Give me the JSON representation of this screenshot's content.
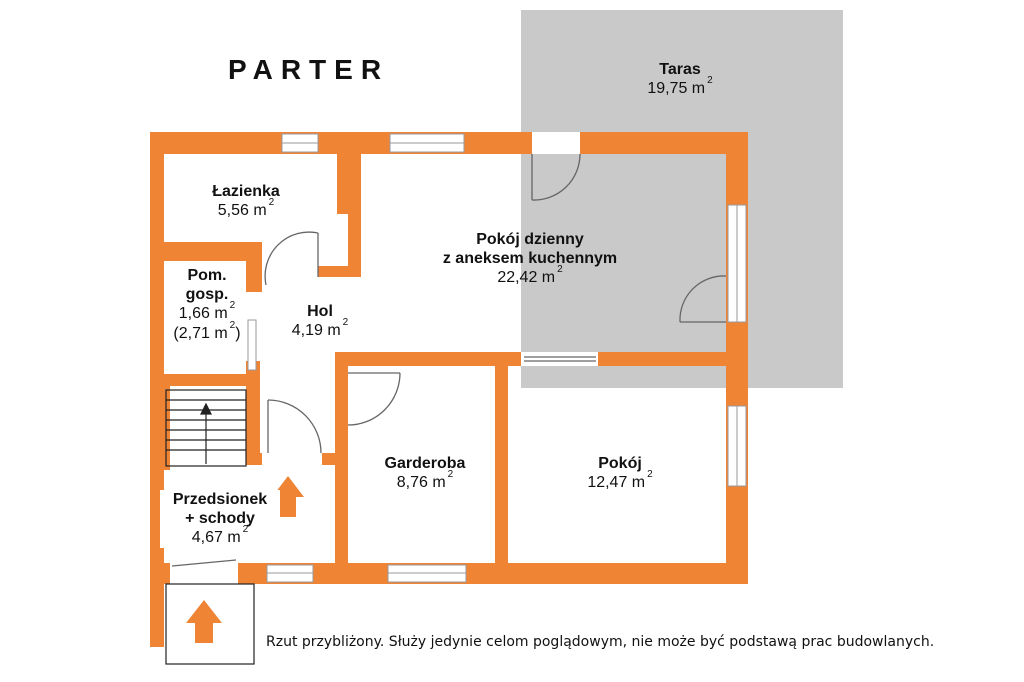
{
  "title": "PARTER",
  "disclaimer": "Rzut przybliżony. Służy jedynie celom poglądowym, nie może być podstawą prac budowlanych.",
  "colors": {
    "wall": "#EF8435",
    "terrace": "#C9C9C9",
    "window": "#FFFFFF",
    "door_line": "#555555"
  },
  "rooms": {
    "taras": {
      "name": "Taras",
      "area": "19,75 m",
      "unit_exp": "2"
    },
    "lazienka": {
      "name": "Łazienka",
      "area": "5,56 m",
      "unit_exp": "2"
    },
    "pokoj_dzienny": {
      "name_line1": "Pokój dzienny",
      "name_line2": "z aneksem kuchennym",
      "area": "22,42 m",
      "unit_exp": "2"
    },
    "pom_gosp": {
      "name_line1": "Pom.",
      "name_line2": "gosp.",
      "area": "1,66 m",
      "unit_exp": "2",
      "area2_prefix": "(2,71 m",
      "area2_suffix": ")"
    },
    "hol": {
      "name": "Hol",
      "area": "4,19 m",
      "unit_exp": "2"
    },
    "garderoba": {
      "name": "Garderoba",
      "area": "8,76 m",
      "unit_exp": "2"
    },
    "pokoj": {
      "name": "Pokój",
      "area": "12,47 m",
      "unit_exp": "2"
    },
    "przedsionek": {
      "name_line1": "Przedsionek",
      "name_line2": "+ schody",
      "area": "4,67 m",
      "unit_exp": "2"
    }
  }
}
